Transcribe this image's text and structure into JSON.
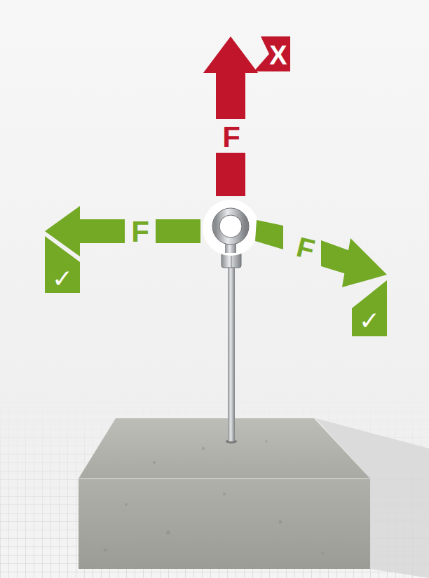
{
  "diagram": {
    "labels": [
      "X",
      "F",
      "F",
      "✓",
      "F",
      "✓"
    ]
  }
}
